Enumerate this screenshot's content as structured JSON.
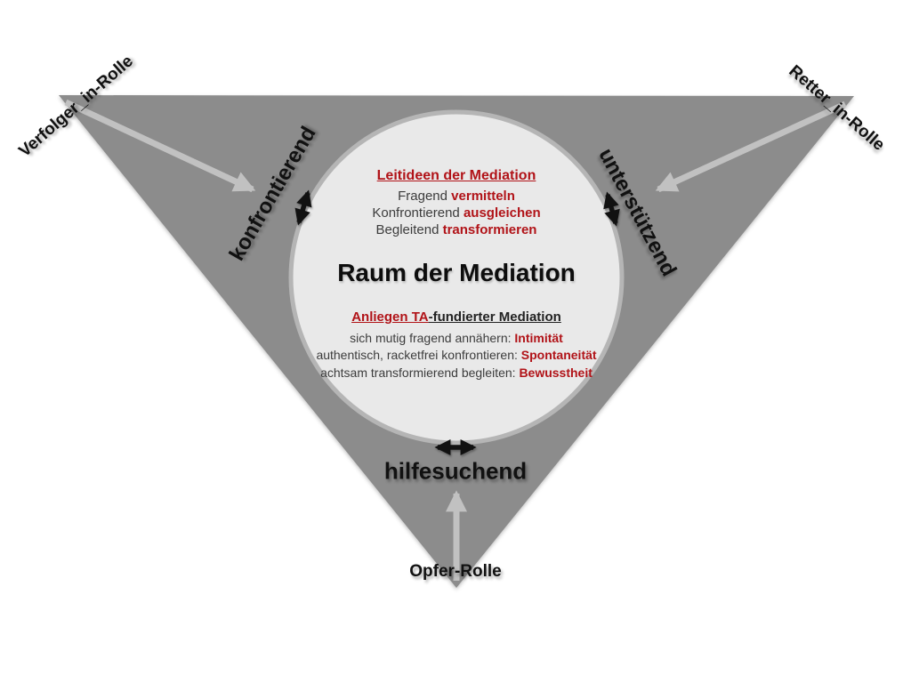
{
  "colors": {
    "background": "#ffffff",
    "triangle_fill": "#8c8c8c",
    "circle_fill": "#e9e9e9",
    "circle_border": "#b5b5b5",
    "gray_arrow": "#c1c1c1",
    "black_arrow": "#111111",
    "accent_red": "#b11318",
    "text_dark": "#3c3c3c",
    "title_black": "#0d0d0d"
  },
  "corner_labels": {
    "top_left": "Verfolger_in-Rolle",
    "top_right": "Retter_in-Rolle",
    "bottom": "Opfer-Rolle"
  },
  "edge_labels": {
    "left": "konfrontierend",
    "right": "unterstützend",
    "bottom": "hilfesuchend"
  },
  "circle": {
    "title": "Raum der Mediation",
    "top_block": {
      "heading": "Leitideen der Mediation",
      "lines": [
        {
          "plain": "Fragend ",
          "accent": "vermitteln"
        },
        {
          "plain": "Konfrontierend ",
          "accent": "ausgleichen"
        },
        {
          "plain": "Begleitend ",
          "accent": "transformieren"
        }
      ]
    },
    "bottom_block": {
      "heading_accent": "Anliegen TA",
      "heading_rest": "-fundierter Mediation",
      "lines": [
        {
          "plain": "sich mutig fragend annähern: ",
          "accent": "Intimität"
        },
        {
          "plain": "authentisch, racketfrei konfrontieren: ",
          "accent": "Spontaneität"
        },
        {
          "plain": "achtsam transformierend begleiten: ",
          "accent": "Bewusstheit"
        }
      ]
    }
  }
}
